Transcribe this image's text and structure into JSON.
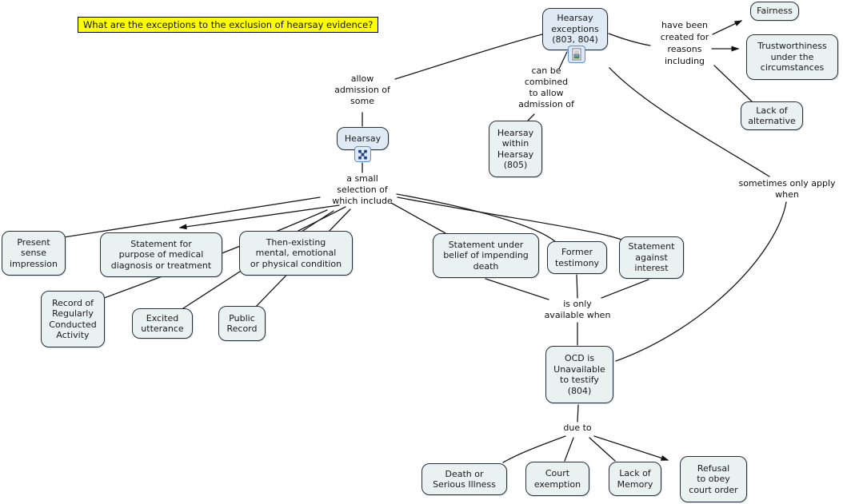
{
  "app": "concept-map: hearsay evidence exceptions",
  "question": {
    "text": "What are the exceptions to the exclusion of hearsay evidence?"
  },
  "colors": {
    "question_bg": "#ffff00",
    "node_fill": "#eaf1f1",
    "root_node_fill": "#dfeaf5",
    "node_border": "#24313c",
    "line": "#1a1a1a"
  },
  "icons": {
    "hearsay_exceptions_badge": "document-resource-icon",
    "hearsay_badge": "linked-concept-map-icon"
  },
  "nodes": {
    "hearsay_exceptions": {
      "label": "Hearsay\nexceptions\n(803, 804)"
    },
    "fairness": {
      "label": "Fairness"
    },
    "trustworthiness": {
      "label": "Trustworthiness\nunder the\ncircumstances"
    },
    "lack_alternative": {
      "label": "Lack of\nalternative"
    },
    "hearsay": {
      "label": "Hearsay"
    },
    "hearsay_within": {
      "label": "Hearsay\nwithin\nHearsay\n(805)"
    },
    "present_sense": {
      "label": "Present\nsense\nimpression"
    },
    "medical": {
      "label": "Statement for\npurpose of medical\ndiagnosis or treatment"
    },
    "then_existing": {
      "label": "Then-existing\nmental, emotional\nor physical condition"
    },
    "record_regular": {
      "label": "Record of\nRegularly\nConducted\nActivity"
    },
    "excited": {
      "label": "Excited\nutterance"
    },
    "public_record": {
      "label": "Public\nRecord"
    },
    "belief_death": {
      "label": "Statement under\nbelief of impending\ndeath"
    },
    "former_testimony": {
      "label": "Former\ntestimony"
    },
    "against_interest": {
      "label": "Statement\nagainst\ninterest"
    },
    "ocd_unavailable": {
      "label": "OCD is\nUnavailable\nto testify\n(804)"
    },
    "death_illness": {
      "label": "Death or\nSerious Illness"
    },
    "court_exemption": {
      "label": "Court\nexemption"
    },
    "lack_memory": {
      "label": "Lack of\nMemory"
    },
    "refusal": {
      "label": "Refusal\nto obey\ncourt order"
    }
  },
  "links": {
    "allow_admission": {
      "text": "allow\nadmission of\nsome"
    },
    "can_be_combined": {
      "text": "can be\ncombined\nto allow\nadmission of"
    },
    "have_been_created": {
      "text": "have been\ncreated for\nreasons\nincluding"
    },
    "sometimes_apply": {
      "text": "sometimes only apply\nwhen"
    },
    "small_selection": {
      "text": "a small\nselection of\nwhich include"
    },
    "is_only_available": {
      "text": "is only\navailable when"
    },
    "due_to": {
      "text": "due to"
    }
  }
}
